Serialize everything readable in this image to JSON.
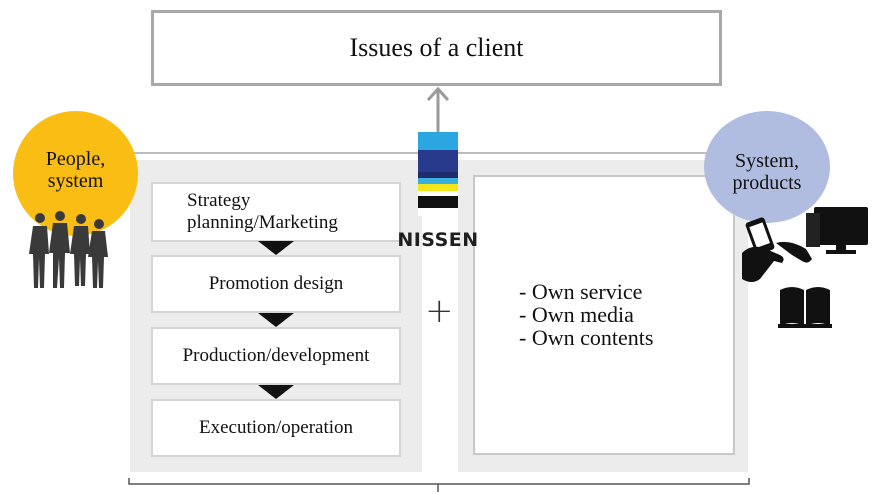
{
  "top_box": {
    "label": "Issues of a client"
  },
  "left_circle": {
    "line1": "People,",
    "line2": "system"
  },
  "right_circle": {
    "line1": "System,",
    "line2": "products"
  },
  "logo": {
    "text": "NISSEN"
  },
  "process_steps": [
    {
      "line1": "Strategy",
      "line2": "planning/Marketing"
    },
    {
      "label": "Promotion design"
    },
    {
      "label": "Production/development"
    },
    {
      "label": "Execution/operation"
    }
  ],
  "plus_symbol": "+",
  "own_items": [
    "- Own service",
    "- Own media",
    "- Own contents"
  ],
  "colors": {
    "people_circle": "#f9bd14",
    "system_circle": "#b1bde0",
    "panel_grey": "#ececec",
    "border_grey": "#a9a9a9"
  },
  "icons": [
    "people-silhouettes-icon",
    "smartphone-hand-icon",
    "computer-monitor-icon",
    "open-book-icon",
    "up-arrow-icon"
  ]
}
